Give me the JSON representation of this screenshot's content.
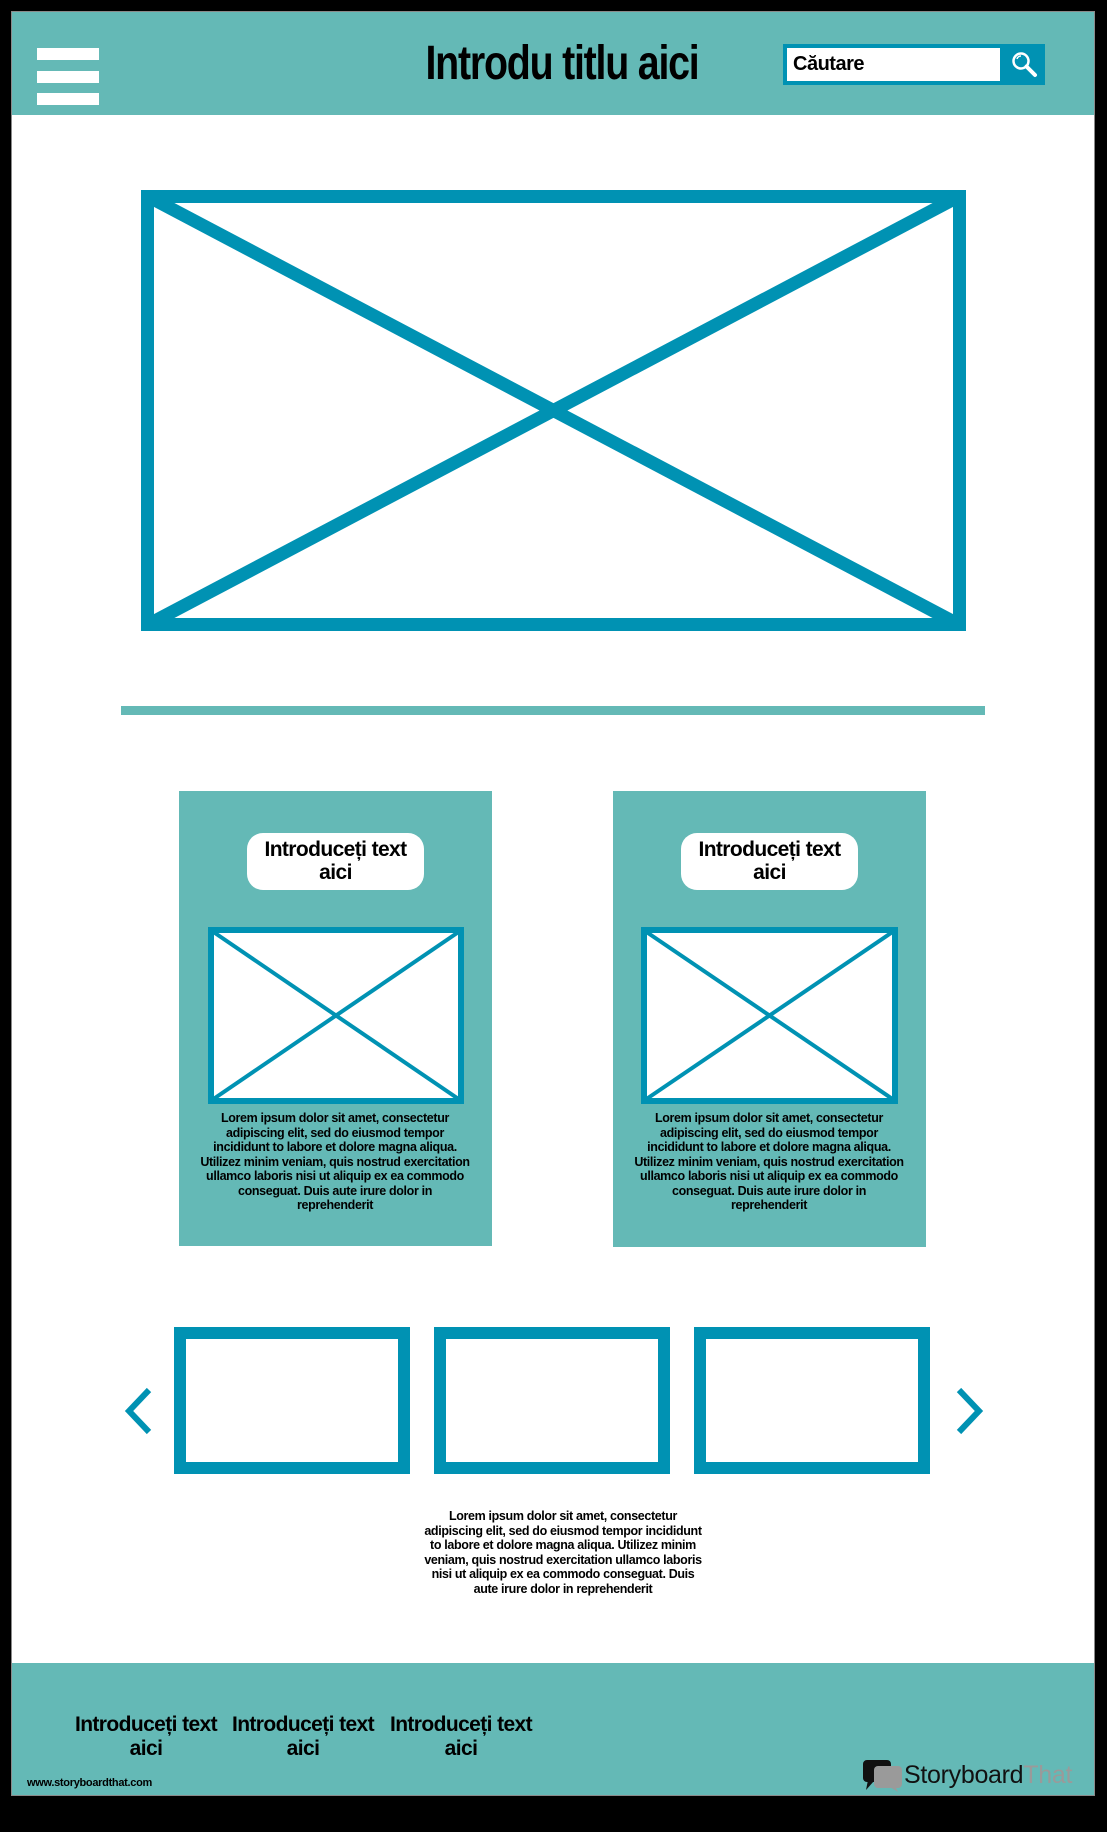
{
  "header": {
    "title": "Introdu titlu aici",
    "menu_icon": "hamburger-menu-icon",
    "search": {
      "value": "Căutare",
      "button_icon": "magnifier-icon"
    }
  },
  "hero": {
    "placeholder_icon": "image-placeholder-icon"
  },
  "cards": [
    {
      "label": "Introduceți text aici",
      "image_icon": "image-placeholder-icon",
      "body": "Lorem ipsum dolor sit amet, consectetur adipiscing elit, sed do eiusmod tempor incididunt to labore et dolore magna aliqua. Utilizez minim veniam, quis nostrud exercitation ullamco laboris nisi ut aliquip ex ea commodo conseguat. Duis aute irure dolor in reprehenderit"
    },
    {
      "label": "Introduceți text aici",
      "image_icon": "image-placeholder-icon",
      "body": "Lorem ipsum dolor sit amet, consectetur adipiscing elit, sed do eiusmod tempor incididunt to labore et dolore magna aliqua. Utilizez minim veniam, quis nostrud exercitation ullamco laboris nisi ut aliquip ex ea commodo conseguat. Duis aute irure dolor in reprehenderit"
    }
  ],
  "carousel": {
    "prev_icon": "chevron-left-icon",
    "next_icon": "chevron-right-icon",
    "thumbnails": 3,
    "caption": "Lorem ipsum dolor sit amet, consectetur adipiscing elit, sed do eiusmod tempor incididunt to labore et dolore magna aliqua. Utilizez minim veniam, quis nostrud exercitation ullamco laboris nisi ut aliquip ex ea commodo conseguat. Duis aute irure dolor in reprehenderit"
  },
  "footer": {
    "links": [
      {
        "label": "Introduceți text aici"
      },
      {
        "label": "Introduceți text aici"
      },
      {
        "label": "Introduceți text aici"
      }
    ],
    "url": "www.storyboardthat.com",
    "logo": {
      "word1": "Storyboard",
      "word2": "That"
    }
  },
  "colors": {
    "teal": "#64b9b6",
    "accent_blue": "#0092b3",
    "page": "#ffffff",
    "outer": "#000000"
  }
}
